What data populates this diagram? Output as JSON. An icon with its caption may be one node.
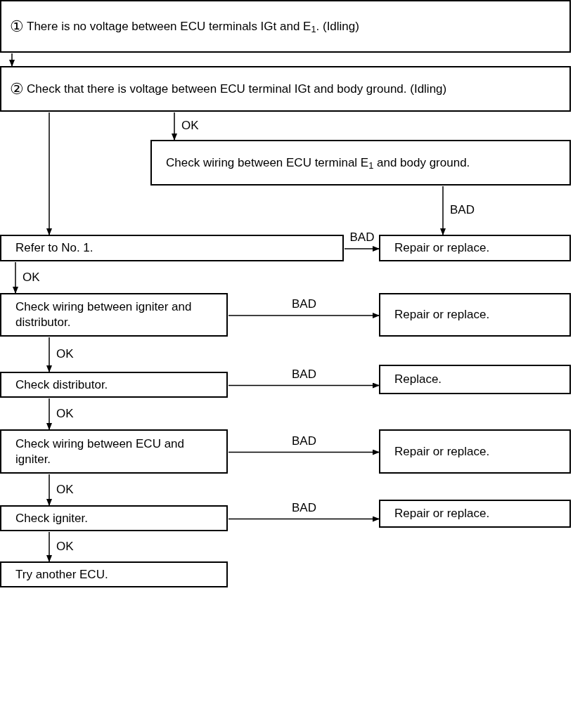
{
  "diagram": {
    "nodes": [
      {
        "text": [
          "①",
          "There is no voltage between ECU terminals IGt and E$_{1}$. (Idling)"
        ]
      },
      {
        "text": [
          "②",
          "Check that there is voltage between ECU terminal IGt and body ground. (Idling)"
        ]
      },
      {
        "text": [
          "Check wiring between ECU terminal E$_{1}$ and body ground."
        ]
      },
      {
        "text": [
          "Refer to No. 1."
        ]
      },
      {
        "text": [
          "Repair or replace."
        ]
      },
      {
        "text": [
          "Check wiring between igniter and distributor."
        ]
      },
      {
        "text": [
          "Repair or replace."
        ]
      },
      {
        "text": [
          "Check distributor."
        ]
      },
      {
        "text": [
          "Replace."
        ]
      },
      {
        "text": [
          "Check wiring between ECU and igniter."
        ]
      },
      {
        "text": [
          "Repair or replace."
        ]
      },
      {
        "text": [
          "Check igniter."
        ]
      },
      {
        "text": [
          "Repair or replace."
        ]
      },
      {
        "text": [
          "Try another ECU."
        ]
      }
    ],
    "edges": [
      {
        "from": 0,
        "to": 1,
        "arrow": "to"
      },
      {
        "from": 1,
        "to": 2,
        "arrow": "to",
        "label": "OK"
      },
      {
        "from": 2,
        "to": 4,
        "arrow": "to",
        "label": "BAD"
      },
      {
        "from": 1,
        "to": 3,
        "arrow": "to"
      },
      {
        "from": 3,
        "to": 4,
        "arrow": "to",
        "label": "BAD"
      },
      {
        "from": 3,
        "to": 5,
        "arrow": "to",
        "label": "OK"
      },
      {
        "from": 5,
        "to": 6,
        "arrow": "to",
        "label": "BAD"
      },
      {
        "from": 5,
        "to": 7,
        "arrow": "to",
        "label": "OK"
      },
      {
        "from": 7,
        "to": 8,
        "arrow": "to",
        "label": "BAD"
      },
      {
        "from": 7,
        "to": 9,
        "arrow": "to",
        "label": "OK"
      },
      {
        "from": 9,
        "to": 10,
        "arrow": "to",
        "label": "BAD"
      },
      {
        "from": 9,
        "to": 11,
        "arrow": "to",
        "label": "OK"
      },
      {
        "from": 11,
        "to": 12,
        "arrow": "to",
        "label": "BAD"
      },
      {
        "from": 11,
        "to": 13,
        "arrow": "to",
        "label": "OK"
      }
    ]
  }
}
